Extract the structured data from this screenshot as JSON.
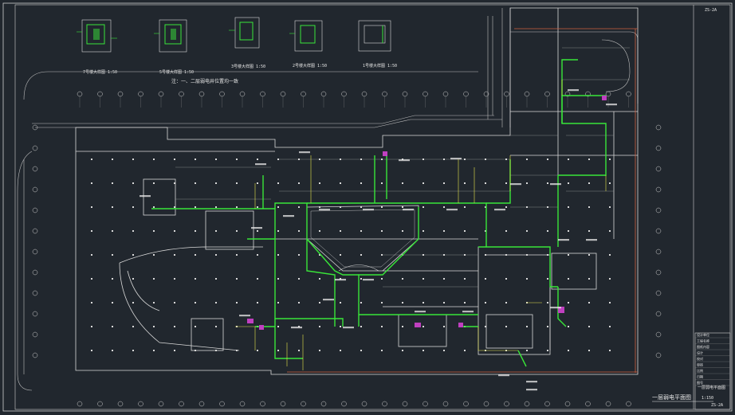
{
  "sheet_code": "ZS-2A",
  "detail_captions": [
    "7号楼大样图 1:50",
    "5号楼大样图 1:50",
    "3号楼大样图 1:50",
    "2号楼大样图 1:50",
    "1号楼大样图 1:50"
  ],
  "detail_note": "注：一、二层弱电井位置均一致",
  "plan_title": "一层弱电平面图",
  "plan_scale": "1:150",
  "title_block": {
    "rows": [
      "设计单位",
      "工程名称",
      "图纸内容",
      "设计",
      "校对",
      "审核",
      "比例",
      "日期",
      "图号"
    ],
    "sheet_name": "一层弱电平面图",
    "sheet_no": "ZS-2A"
  },
  "colors": {
    "background": "#21272e",
    "wall": "#d9d9d9",
    "cable_tray": "#39e639",
    "conduit": "#e6e64c",
    "equipment": "#c040c0",
    "boundary": "#d06040"
  }
}
